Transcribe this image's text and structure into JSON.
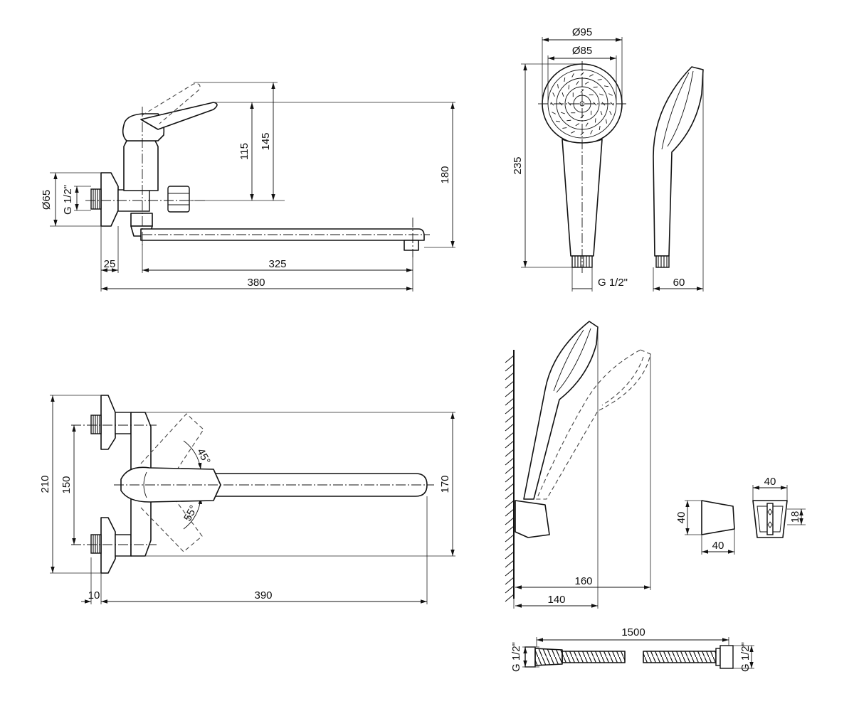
{
  "dimensions": {
    "front_view": {
      "d_flange": "Ø65",
      "thread": "G 1/2\"",
      "h_115": "115",
      "h_145": "145",
      "h_180": "180",
      "w_25": "25",
      "w_325": "325",
      "w_380": "380"
    },
    "shower_head": {
      "d_outer": "Ø95",
      "d_inner": "Ø85",
      "length": "235",
      "thread": "G 1/2\"",
      "depth": "60"
    },
    "top_view": {
      "h_210": "210",
      "h_150": "150",
      "h_170": "170",
      "w_10": "10",
      "w_390": "390",
      "angle_45": "45°",
      "angle_55": "55°"
    },
    "wall_holder": {
      "w_140": "140",
      "w_160": "160"
    },
    "bracket": {
      "h_40": "40",
      "w_40": "40",
      "w_top_40": "40",
      "h_18": "18"
    },
    "hose": {
      "length": "1500",
      "thread_left": "G 1/2\"",
      "thread_right": "G 1/2\""
    }
  }
}
